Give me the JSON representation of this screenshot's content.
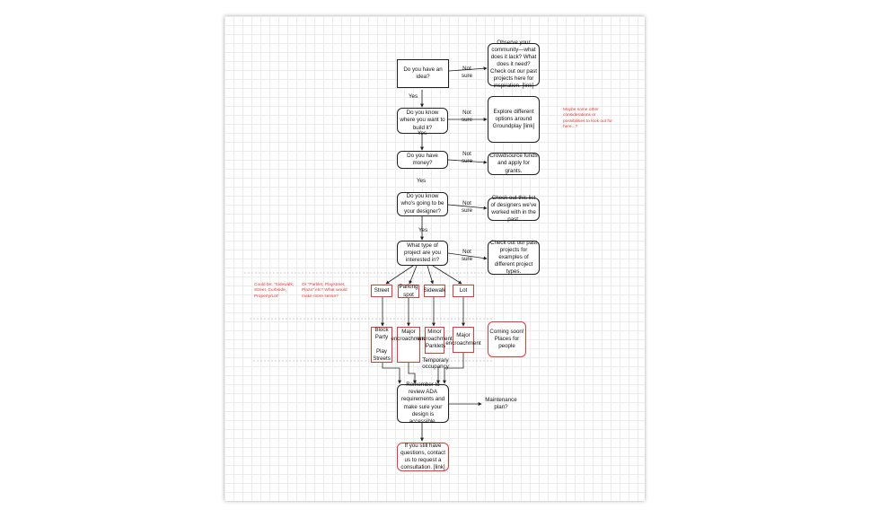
{
  "canvas": {
    "grid": "on",
    "background": "#ffffff",
    "grid_color": "#ececec",
    "accent_color": "#e53935"
  },
  "questions": {
    "idea": "Do you have an idea?",
    "location": "Do you know where you want to build it?",
    "money": "Do you have money?",
    "designer": "Do you know who's going to be your designer?",
    "project_type": "What type of project are you interested in?"
  },
  "answers": {
    "observe": "Observe your community—what does it lack? What does it need? Check out our past projects here for inspiration. [link]",
    "explore": "Explore different options around Groundplay [link]",
    "crowdsource": "Crowdsource funds and apply for grants.",
    "designers_list": "Check out this list of designers we've worked with in the past.",
    "past_projects": "Check out our past projects for examples of different project types."
  },
  "edge_labels": {
    "not_sure": "Not sure",
    "yes": "Yes"
  },
  "project_types": [
    "Street",
    "Parking spot",
    "Sidewalk",
    "Lot"
  ],
  "outcomes": {
    "street": "Block Party\n\nPlay Streets",
    "parking": "Major encroachment",
    "sidewalk_major": "Minor encroachment",
    "sidewalk_sub": "Parklets\n\nTemporary occupancy",
    "lot": "Major encroachment",
    "coming_soon": "Coming soon! Places for people"
  },
  "final": {
    "ada": "Remember to review ADA requirements and make sure your design is accessible.",
    "maintenance": "Maintenance plan?",
    "contact": "If you still have questions, contact us to request a consultation. [link]"
  },
  "notes": {
    "considerations": "Maybe some other considerations or possibilities to look out for here...?",
    "could_be": "Could be: \"Sidewalk, Street, Curbside, Property/Lot\"",
    "or_parklet": "Or \"Parklet, Playstreet, Plaza\" etc? What would make more sense?"
  }
}
